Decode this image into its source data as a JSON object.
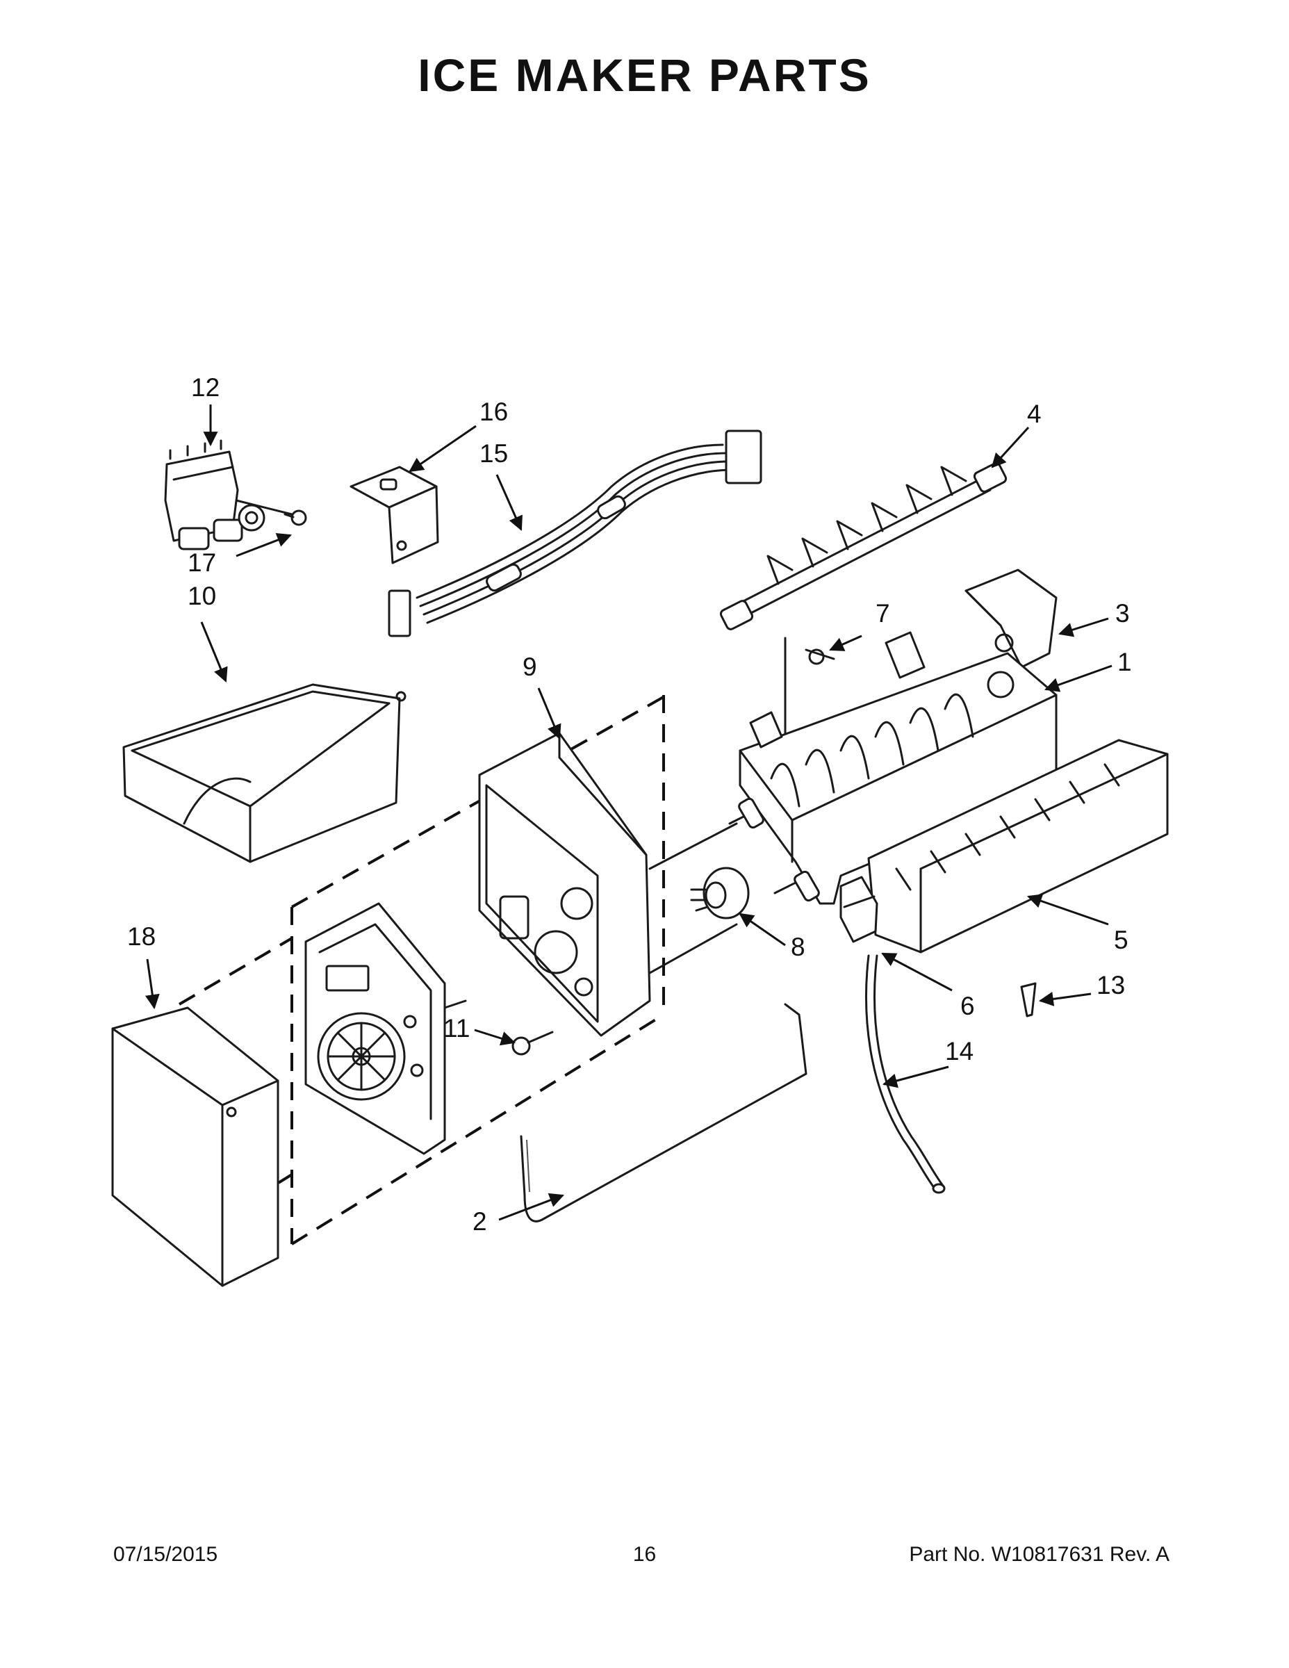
{
  "page": {
    "title": "ICE MAKER PARTS",
    "date": "07/15/2015",
    "page_number": "16",
    "part_number": "Part No.  W10817631  Rev.  A"
  },
  "callouts": [
    "1",
    "2",
    "3",
    "4",
    "5",
    "6",
    "7",
    "8",
    "9",
    "10",
    "11",
    "12",
    "13",
    "14",
    "15",
    "16",
    "17",
    "18"
  ]
}
